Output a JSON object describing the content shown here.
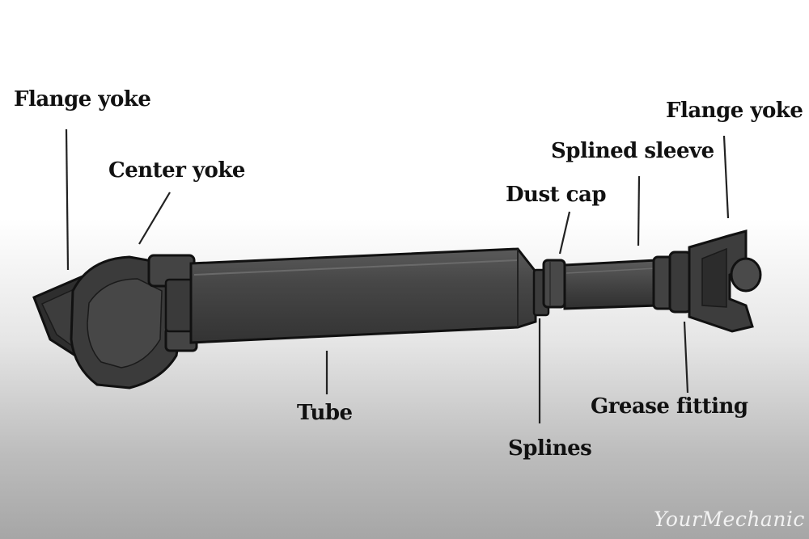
{
  "labels": {
    "flange_yoke_left": "Flange yoke",
    "center_yoke": "Center yoke",
    "tube": "Tube",
    "splines": "Splines",
    "dust_cap": "Dust cap",
    "splined_sleeve": "Splined sleeve",
    "flange_yoke_right": "Flange yoke",
    "grease_fitting": "Grease fitting"
  },
  "watermark": "YourMechanic",
  "colors": {
    "metal_dark": "#3a3a3a",
    "metal_mid": "#4a4a4a",
    "metal_light": "#5e5e5e",
    "outline": "#111111"
  }
}
